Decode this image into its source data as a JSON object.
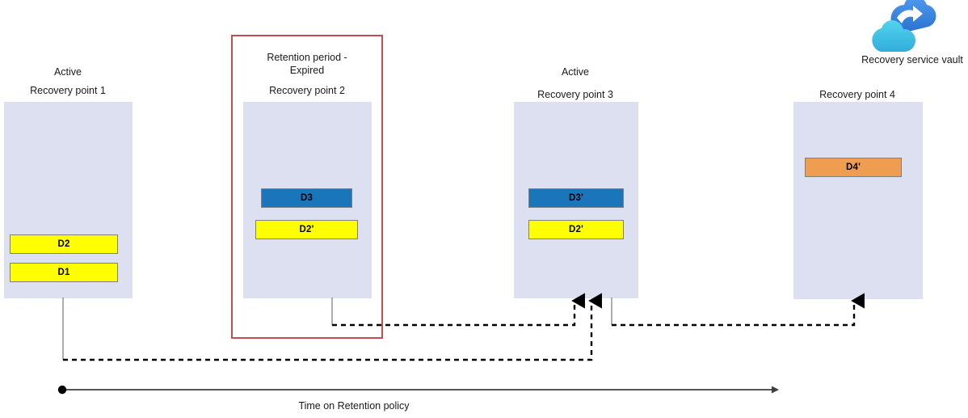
{
  "diagram": {
    "title_hidden": "",
    "colors": {
      "box_fill": "#dce0f0",
      "yellow": "#ffff00",
      "blue": "#1a75bb",
      "orange": "#ef9d51",
      "expired_border": "#c0504d",
      "connector": "#000000",
      "timeline": "#3f3f3f",
      "cloud_back": "#3f8ee0",
      "cloud_front": "#34c0e0"
    }
  },
  "vault": {
    "label": "Recovery service vault",
    "icon": "azure-recovery-services-vault-icon"
  },
  "recovery_points": [
    {
      "status": "Active",
      "title": "Recovery point 1",
      "bars": [
        {
          "label": "D2",
          "color": "yellow"
        },
        {
          "label": "D1",
          "color": "yellow"
        }
      ]
    },
    {
      "status": "Retention period -\nExpired",
      "title": "Recovery point 2",
      "expired": true,
      "bars": [
        {
          "label": "D3",
          "color": "blue"
        },
        {
          "label": "D2'",
          "color": "yellow"
        }
      ]
    },
    {
      "status": "Active",
      "title": "Recovery point 3",
      "bars": [
        {
          "label": "D3'",
          "color": "blue"
        },
        {
          "label": "D2'",
          "color": "yellow"
        }
      ]
    },
    {
      "status": "",
      "title": "Recovery point 4",
      "bars": [
        {
          "label": "D4'",
          "color": "orange"
        }
      ]
    }
  ],
  "timeline": {
    "label": "Time on Retention policy",
    "start_marker": "dot",
    "end_marker": "arrow"
  }
}
